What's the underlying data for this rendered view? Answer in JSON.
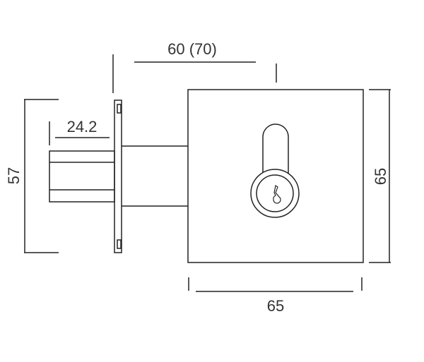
{
  "dimensions": {
    "depth": "60 (70)",
    "cylinder_length": "24.2",
    "plate_height": "57",
    "body_height": "65",
    "body_width": "65"
  },
  "colors": {
    "line": "#222222",
    "text": "#333333"
  }
}
